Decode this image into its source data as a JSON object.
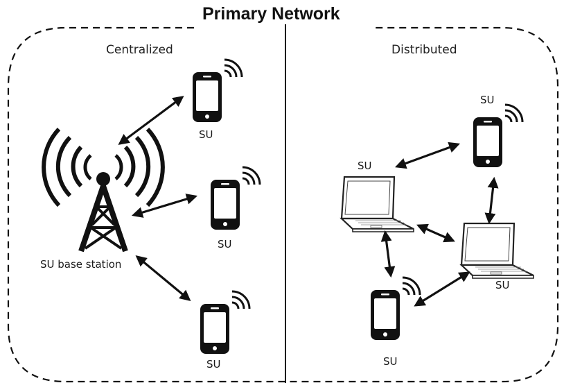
{
  "title": "Primary Network",
  "sections": {
    "left": "Centralized",
    "right": "Distributed"
  },
  "labels": {
    "su": "SU",
    "base_station": "SU base station"
  },
  "colors": {
    "ink": "#111111",
    "screen": "#ffffff",
    "border": "#111111"
  }
}
